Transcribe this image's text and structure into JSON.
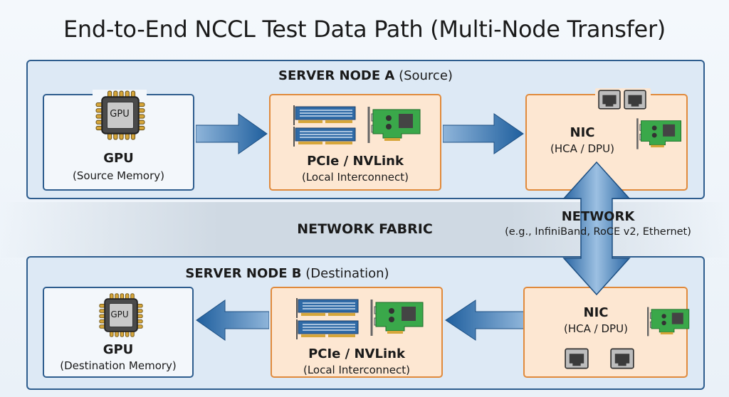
{
  "title": "End-to-End NCCL Test Data Path (Multi-Node Transfer)",
  "node_a": {
    "title_bold": "SERVER NODE A",
    "title_rest": "(Source)",
    "gpu": {
      "icon_text": "GPU",
      "label": "GPU",
      "sub": "(Source Memory)"
    },
    "interconnect": {
      "label": "PCIe / NVLink",
      "sub": "(Local Interconnect)"
    },
    "nic": {
      "label": "NIC",
      "sub": "(HCA / DPU)"
    }
  },
  "fabric": {
    "label": "NETWORK FABRIC",
    "network_label": "NETWORK",
    "network_sub": "(e.g., InfiniBand, RoCE v2, Ethernet)"
  },
  "node_b": {
    "title_bold": "SERVER NODE B",
    "title_rest": "(Destination)",
    "gpu": {
      "icon_text": "GPU",
      "label": "GPU",
      "sub": "(Destination Memory)"
    },
    "interconnect": {
      "label": "PCIe / NVLink",
      "sub": "(Local Interconnect)"
    },
    "nic": {
      "label": "NIC",
      "sub": "(HCA / DPU)"
    }
  },
  "colors": {
    "node_border": "#2e5d8e",
    "orange_border": "#e08a3c",
    "orange_fill": "#fde7d2",
    "arrow": "#2f6aa6"
  }
}
